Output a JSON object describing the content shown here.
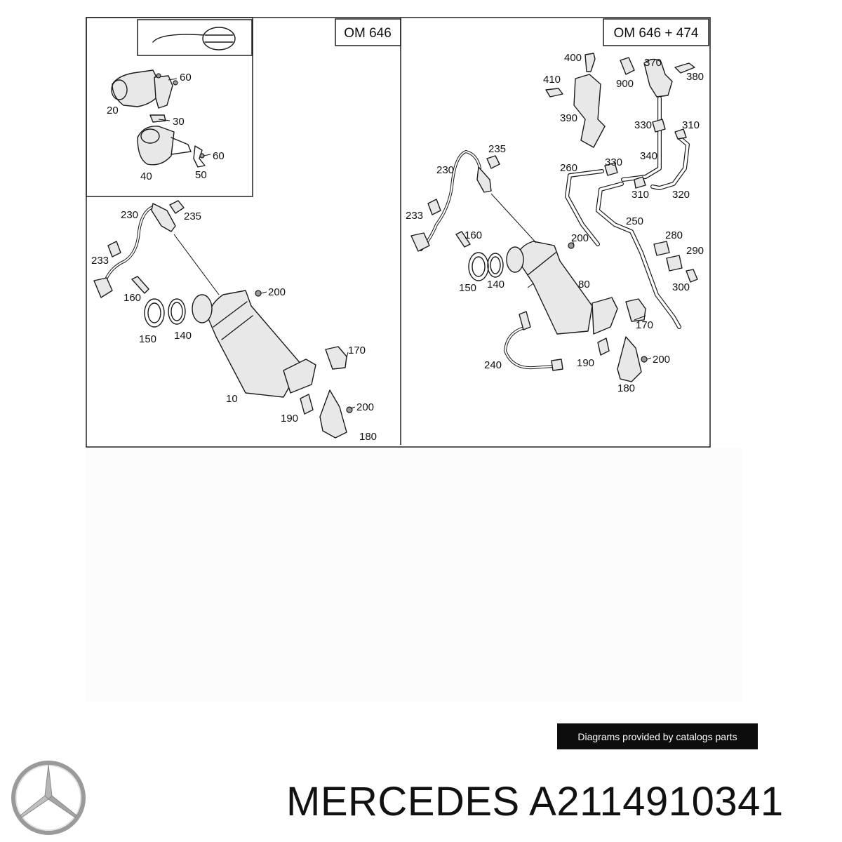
{
  "diagram": {
    "panels": [
      {
        "id": "left",
        "header": "OM 646"
      },
      {
        "id": "right",
        "header": "OM 646 + 474"
      }
    ],
    "labels": {
      "inset": [
        "60",
        "20",
        "30",
        "60",
        "50",
        "40"
      ],
      "left": [
        "230",
        "235",
        "233",
        "160",
        "200",
        "150",
        "140",
        "170",
        "10",
        "200",
        "190",
        "180"
      ],
      "right": [
        "400",
        "370",
        "380",
        "410",
        "900",
        "390",
        "330",
        "310",
        "235",
        "230",
        "340",
        "330",
        "260",
        "310",
        "320",
        "233",
        "250",
        "160",
        "200",
        "280",
        "290",
        "150",
        "140",
        "80",
        "300",
        "170",
        "200",
        "240",
        "190",
        "180"
      ]
    }
  },
  "credit": "Diagrams provided by catalogs parts",
  "brand": {
    "name": "MERCEDES",
    "part_number": "A2114910341",
    "logo_icon": "mercedes-star-icon"
  }
}
